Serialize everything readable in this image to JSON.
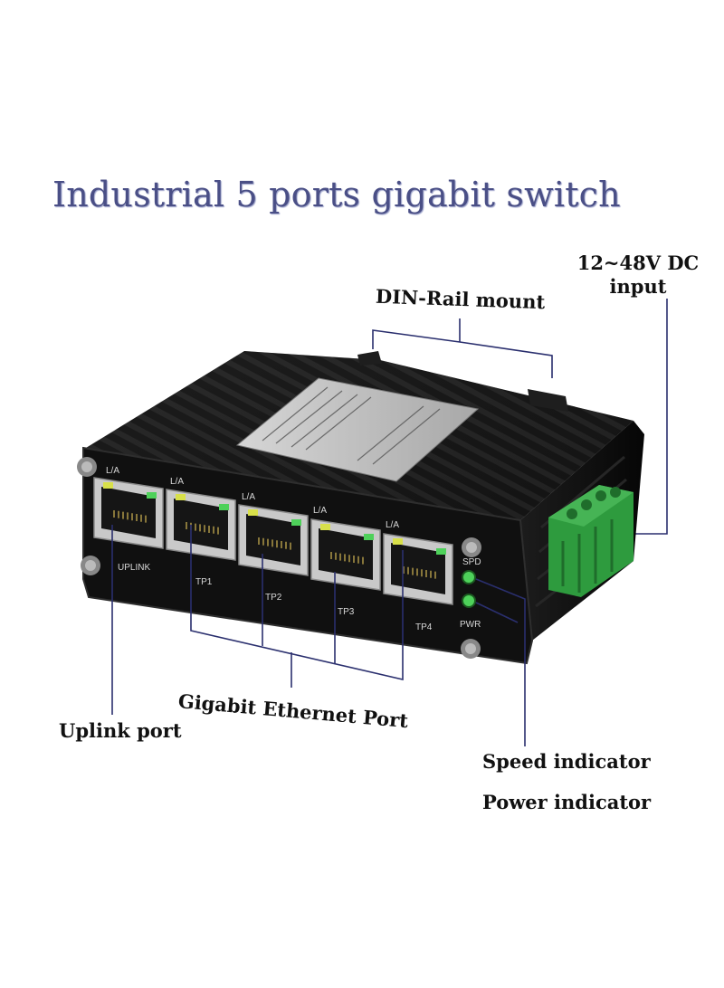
{
  "title": "Industrial 5 ports gigabit switch",
  "callouts": {
    "din_rail": "DIN-Rail mount",
    "dc_input_line1": "12~48V DC",
    "dc_input_line2": "input",
    "gigabit_port": "Gigabit Ethernet Port",
    "uplink_port": "Uplink port",
    "speed_indicator": "Speed indicator",
    "power_indicator": "Power indicator"
  },
  "device": {
    "ports": [
      {
        "top_label": "L/A",
        "bottom_label": "UPLINK"
      },
      {
        "top_label": "L/A",
        "bottom_label": "TP1"
      },
      {
        "top_label": "L/A",
        "bottom_label": "TP2"
      },
      {
        "top_label": "L/A",
        "bottom_label": "TP3"
      },
      {
        "top_label": "L/A",
        "bottom_label": "TP4"
      }
    ],
    "led_spd": "SPD",
    "led_pwr": "PWR",
    "colors": {
      "housing": "#141414",
      "terminal_block": "#2e9b3e",
      "led_green": "#4ed15a",
      "led_yellow": "#d8e04a",
      "callout_line": "#2a2f6e",
      "title": "#4a4f86"
    }
  }
}
